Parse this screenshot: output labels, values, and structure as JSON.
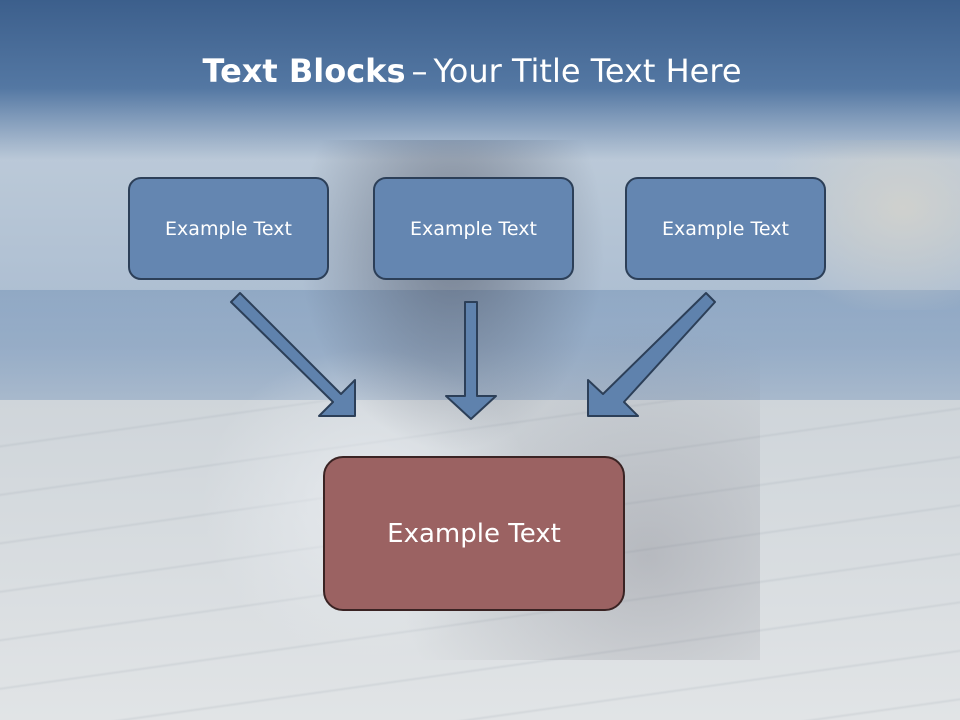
{
  "title": {
    "bold": "Text Blocks",
    "dash": "–",
    "rest": "Your Title Text Here"
  },
  "blocks": [
    {
      "label": "Example Text"
    },
    {
      "label": "Example Text"
    },
    {
      "label": "Example Text"
    }
  ],
  "result": {
    "label": "Example Text"
  },
  "colors": {
    "title_band": "#4e73a0",
    "block_fill": "#6486b1",
    "block_border": "#2c3f58",
    "arrow_fill": "#5f82ad",
    "result_fill": "#9b6262",
    "result_border": "#3a2323"
  }
}
